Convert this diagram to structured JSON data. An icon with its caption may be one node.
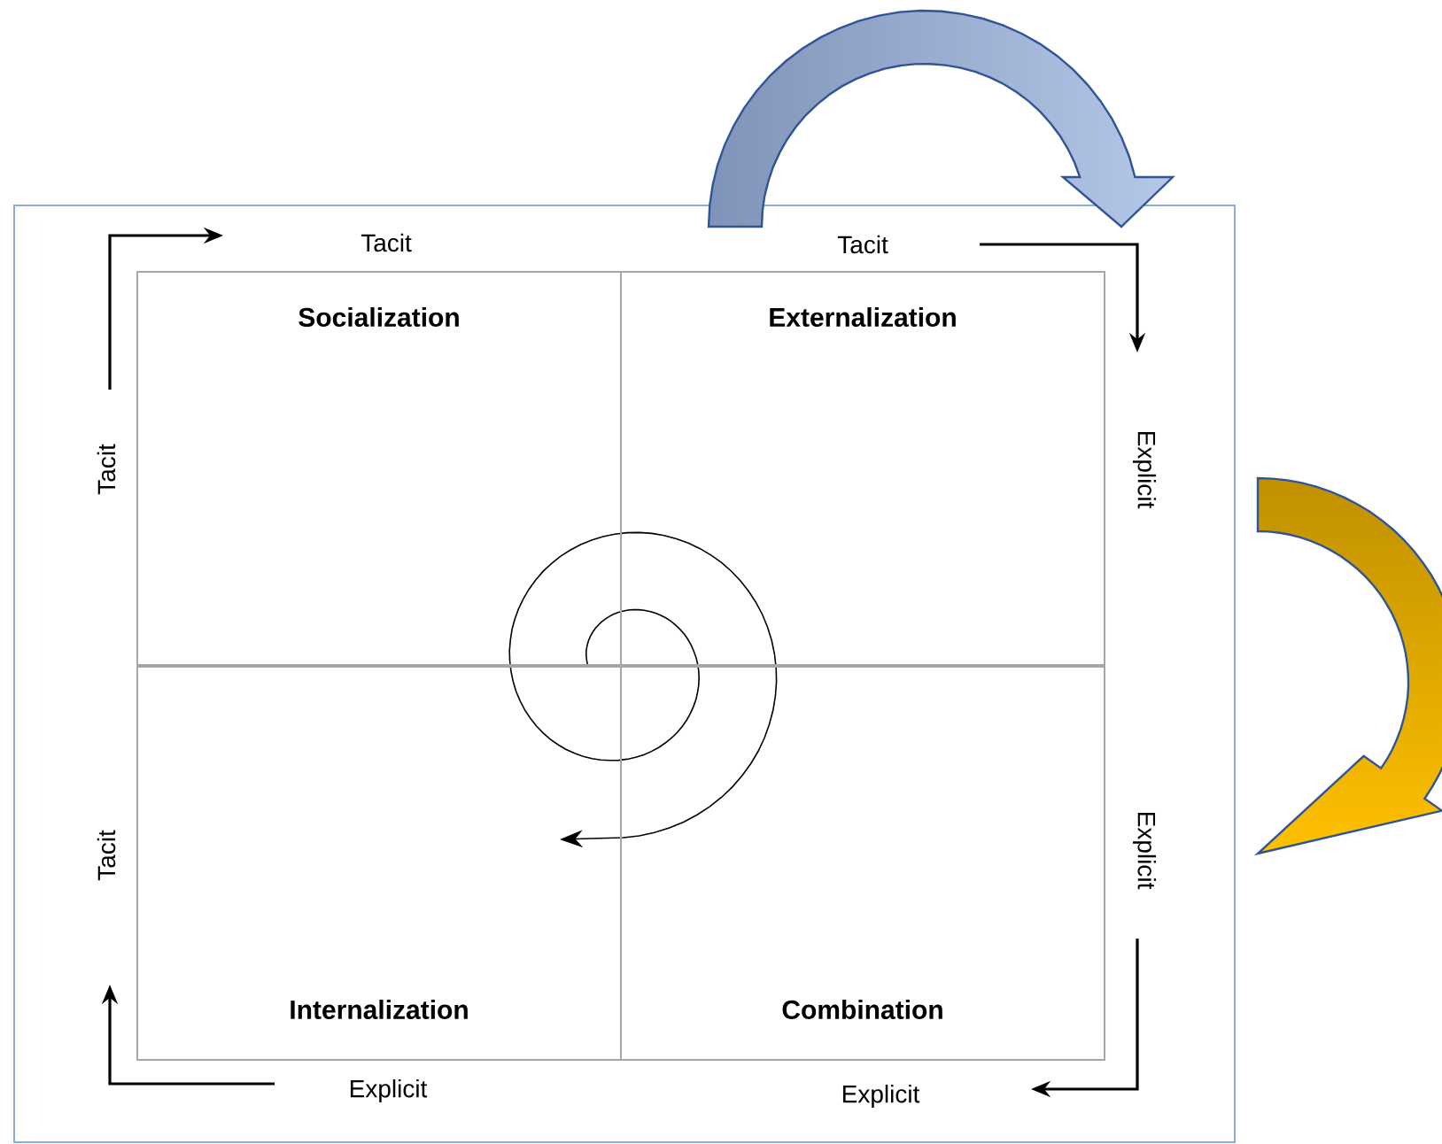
{
  "diagram": {
    "nodes": [
      {
        "text": [
          "Socialization"
        ]
      },
      {
        "text": [
          "Externalization"
        ]
      },
      {
        "text": [
          "Internalization"
        ]
      },
      {
        "text": [
          "Combination"
        ]
      }
    ],
    "labels": [
      "Tacit",
      "Tacit",
      "Tacit",
      "Explicit",
      "Tacit",
      "Explicit",
      "Explicit",
      "Explicit"
    ]
  }
}
